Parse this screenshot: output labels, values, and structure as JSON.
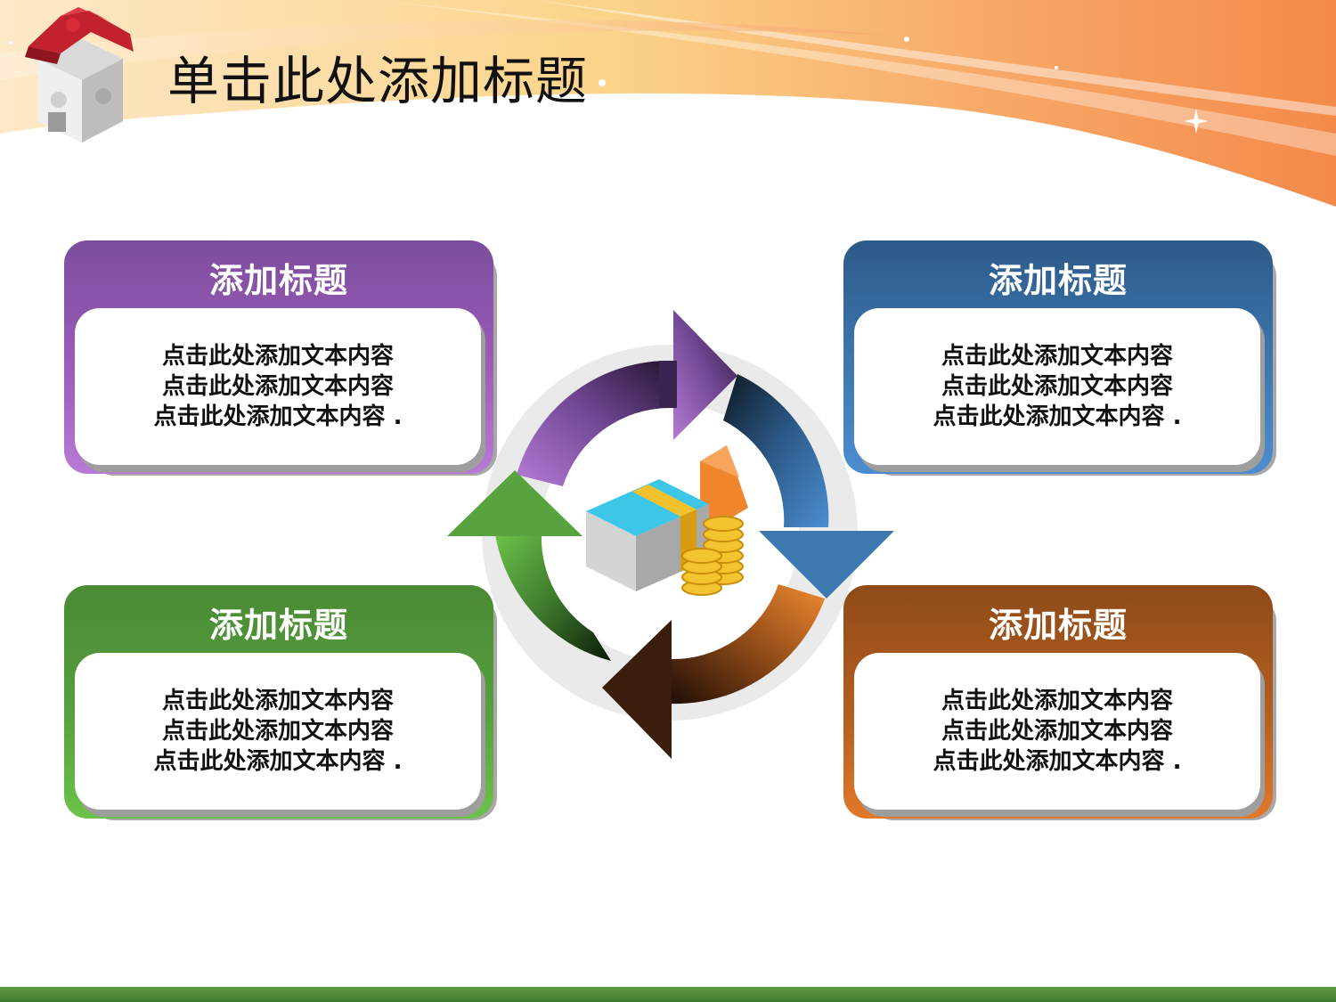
{
  "title": "单击此处添加标题",
  "cards": [
    {
      "heading": "添加标题",
      "lines": [
        "点击此处添加文本内容",
        "点击此处添加文本内容",
        "点击此处添加文本内容 ."
      ]
    },
    {
      "heading": "添加标题",
      "lines": [
        "点击此处添加文本内容",
        "点击此处添加文本内容",
        "点击此处添加文本内容 ."
      ]
    },
    {
      "heading": "添加标题",
      "lines": [
        "点击此处添加文本内容",
        "点击此处添加文本内容",
        "点击此处添加文本内容 ."
      ]
    },
    {
      "heading": "添加标题",
      "lines": [
        "点击此处添加文本内容",
        "点击此处添加文本内容",
        "点击此处添加文本内容 ."
      ]
    }
  ],
  "colors": {
    "purple": "#8a55ad",
    "blue": "#3670a6",
    "green": "#58a33f",
    "orange": "#c8681f",
    "bottom_bar": "#4a8a35"
  },
  "icons": [
    "puzzle-house-icon",
    "money-coins-icon",
    "cycle-arrows-icon"
  ]
}
